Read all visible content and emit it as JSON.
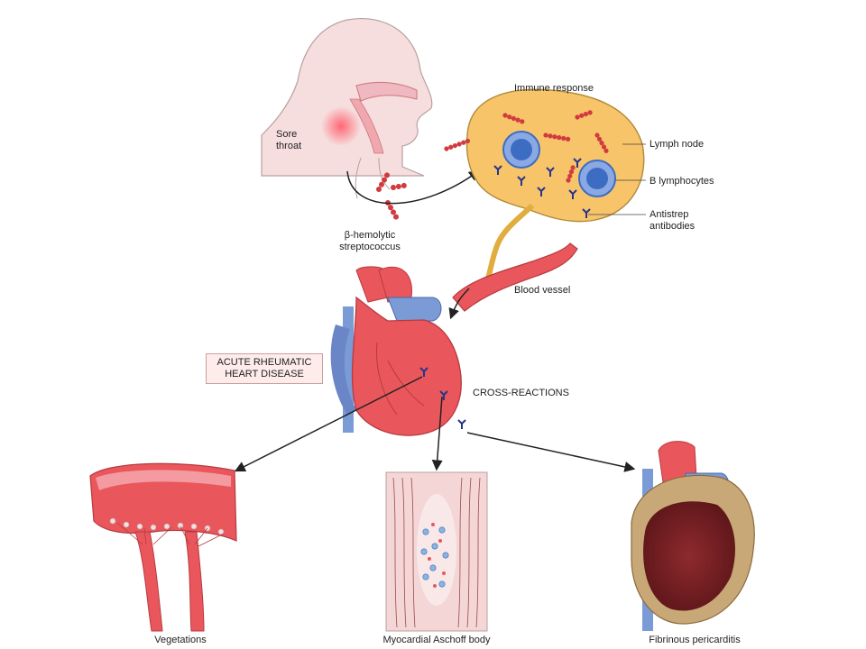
{
  "labels": {
    "sore_throat": "Sore\nthroat",
    "bacteria": "β-hemolytic\nstreptococcus",
    "immune_response": "Immune response",
    "lymph_node": "Lymph node",
    "b_lymphocytes": "B lymphocytes",
    "antistrep": "Antistrep\nantibodies",
    "blood_vessel": "Blood vessel",
    "arhd": "ACUTE RHEUMATIC\nHEART DISEASE",
    "cross_reactions": "CROSS-REACTIONS",
    "vegetations": "Vegetations",
    "aschoff": "Myocardial Aschoff body",
    "pericarditis": "Fibrinous pericarditis"
  },
  "colors": {
    "skin": "#f6dede",
    "lymph_node": "#f7c46a",
    "heart": "#e9575c",
    "vessel_blue": "#7a9bd6",
    "bacteria": "#d13a3f",
    "b_cell": "#3c6dc2",
    "antibody": "#27348b",
    "pericardium": "#c9a877"
  }
}
